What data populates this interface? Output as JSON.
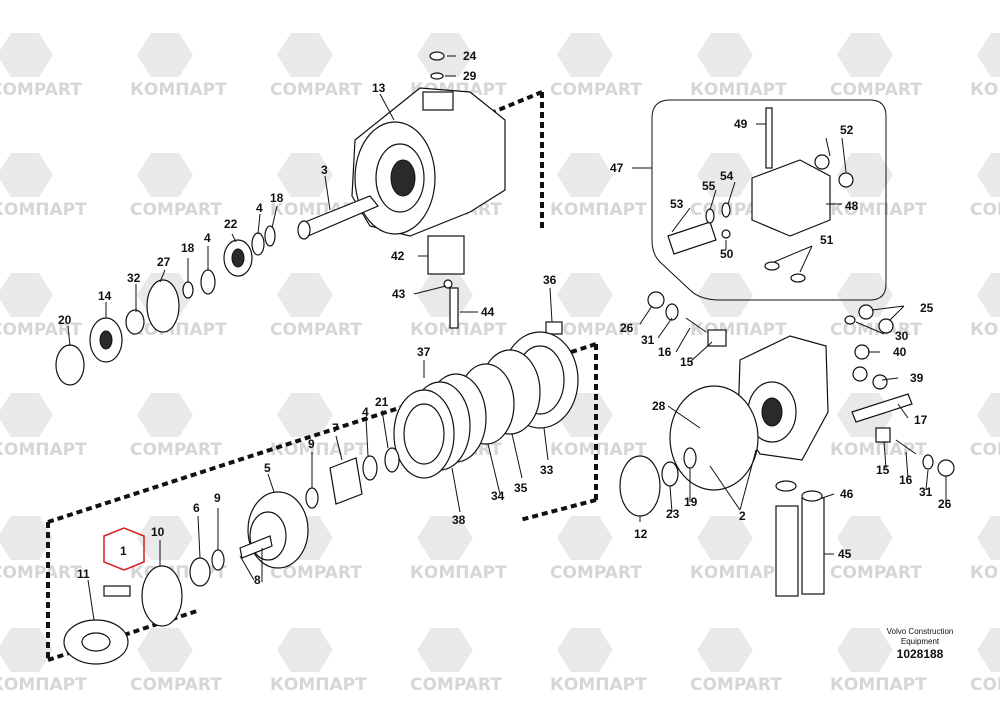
{
  "watermark": {
    "latin": "COMPART",
    "cyrillic": "КОМПАРТ"
  },
  "footer": {
    "line1": "Volvo Construction",
    "line2": "Equipment",
    "doc_number": "1028188"
  },
  "highlight_color": "#d81e1e",
  "labels": {
    "p1": "1",
    "p2": "2",
    "p3": "3",
    "p4a": "4",
    "p4b": "4",
    "p4c": "4",
    "p5": "5",
    "p6": "6",
    "p7": "7",
    "p8": "8",
    "p9a": "9",
    "p9b": "9",
    "p10": "10",
    "p11": "11",
    "p12": "12",
    "p13": "13",
    "p14": "14",
    "p15a": "15",
    "p15b": "15",
    "p16a": "16",
    "p16b": "16",
    "p17": "17",
    "p18a": "18",
    "p18b": "18",
    "p19": "19",
    "p20": "20",
    "p21": "21",
    "p22": "22",
    "p23": "23",
    "p24": "24",
    "p25": "25",
    "p26a": "26",
    "p26b": "26",
    "p27": "27",
    "p28": "28",
    "p29": "29",
    "p30": "30",
    "p31a": "31",
    "p31b": "31",
    "p32": "32",
    "p33": "33",
    "p34": "34",
    "p35": "35",
    "p36": "36",
    "p37": "37",
    "p38": "38",
    "p39": "39",
    "p40": "40",
    "p42": "42",
    "p43": "43",
    "p44": "44",
    "p45": "45",
    "p46": "46",
    "p47": "47",
    "p48": "48",
    "p49": "49",
    "p50": "50",
    "p51": "51",
    "p52": "52",
    "p53": "53",
    "p54": "54",
    "p55": "55"
  }
}
